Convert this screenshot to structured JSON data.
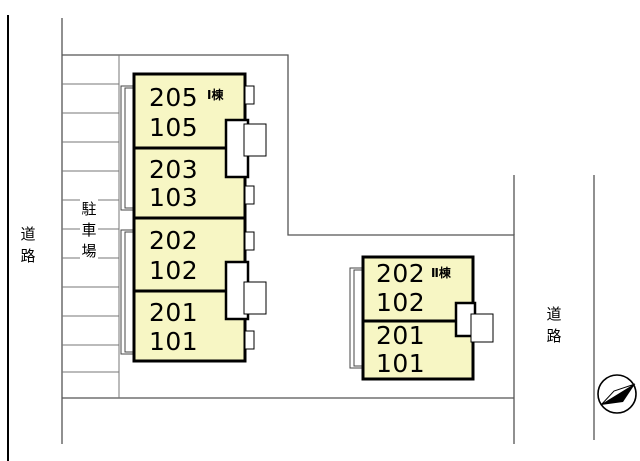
{
  "roads": {
    "left": [
      "道",
      "路"
    ],
    "right": [
      "道",
      "路"
    ]
  },
  "parking": {
    "label": [
      "駐",
      "車",
      "場"
    ]
  },
  "building1": {
    "name": "I棟",
    "units": [
      {
        "upper": "205",
        "lower": "105"
      },
      {
        "upper": "203",
        "lower": "103"
      },
      {
        "upper": "202",
        "lower": "102"
      },
      {
        "upper": "201",
        "lower": "101"
      }
    ]
  },
  "building2": {
    "name": "Ⅱ棟",
    "units": [
      {
        "upper": "202",
        "lower": "102"
      },
      {
        "upper": "201",
        "lower": "101"
      }
    ]
  },
  "colors": {
    "unit_fill": "#f7f6c4",
    "line": "#000000",
    "lot_line": "#555555"
  },
  "compass": {
    "icon": "north-arrow-icon"
  }
}
